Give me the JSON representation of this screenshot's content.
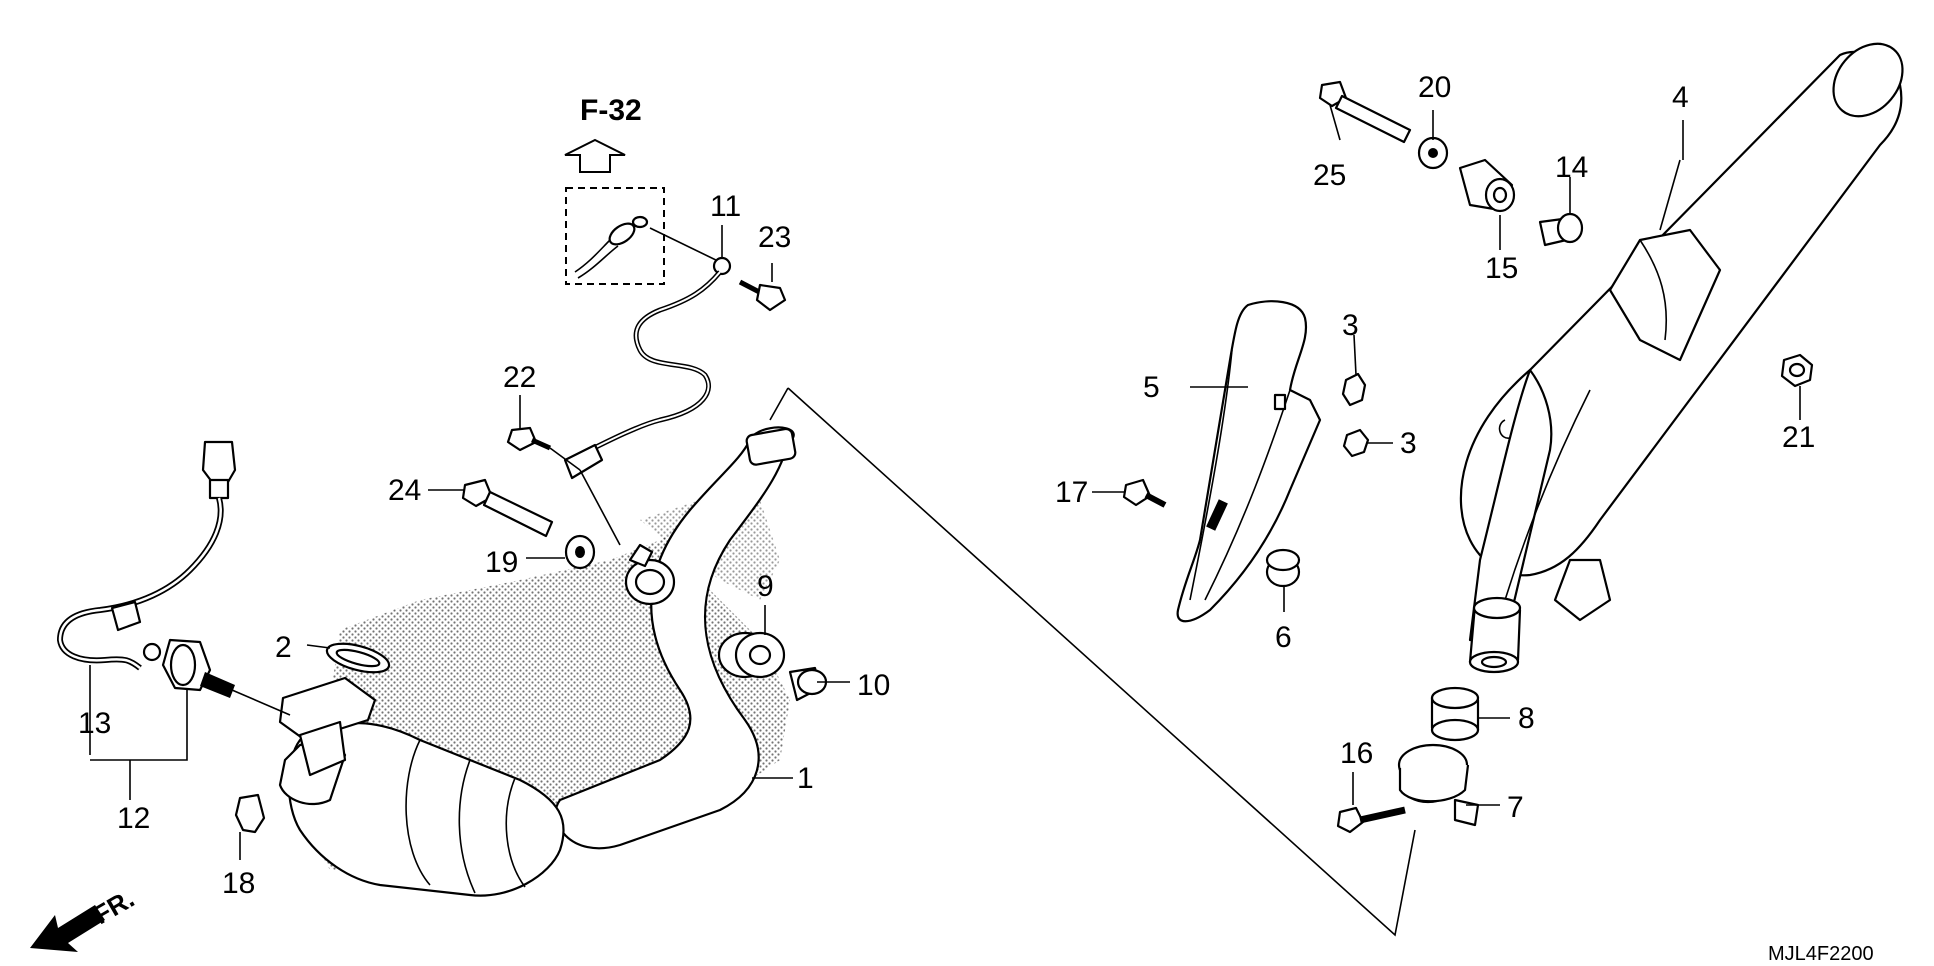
{
  "diagram": {
    "reference_label": "F-32",
    "direction_label": "FR.",
    "diagram_code": "MJL4F2200",
    "callouts": [
      {
        "id": "c1",
        "text": "1"
      },
      {
        "id": "c2",
        "text": "2"
      },
      {
        "id": "c3a",
        "text": "3"
      },
      {
        "id": "c3b",
        "text": "3"
      },
      {
        "id": "c4",
        "text": "4"
      },
      {
        "id": "c5",
        "text": "5"
      },
      {
        "id": "c6",
        "text": "6"
      },
      {
        "id": "c7",
        "text": "7"
      },
      {
        "id": "c8",
        "text": "8"
      },
      {
        "id": "c9",
        "text": "9"
      },
      {
        "id": "c10",
        "text": "10"
      },
      {
        "id": "c11",
        "text": "11"
      },
      {
        "id": "c12",
        "text": "12"
      },
      {
        "id": "c13",
        "text": "13"
      },
      {
        "id": "c14",
        "text": "14"
      },
      {
        "id": "c15",
        "text": "15"
      },
      {
        "id": "c16",
        "text": "16"
      },
      {
        "id": "c17",
        "text": "17"
      },
      {
        "id": "c18",
        "text": "18"
      },
      {
        "id": "c19",
        "text": "19"
      },
      {
        "id": "c20",
        "text": "20"
      },
      {
        "id": "c21",
        "text": "21"
      },
      {
        "id": "c22",
        "text": "22"
      },
      {
        "id": "c23",
        "text": "23"
      },
      {
        "id": "c24",
        "text": "24"
      },
      {
        "id": "c25",
        "text": "25"
      }
    ]
  }
}
